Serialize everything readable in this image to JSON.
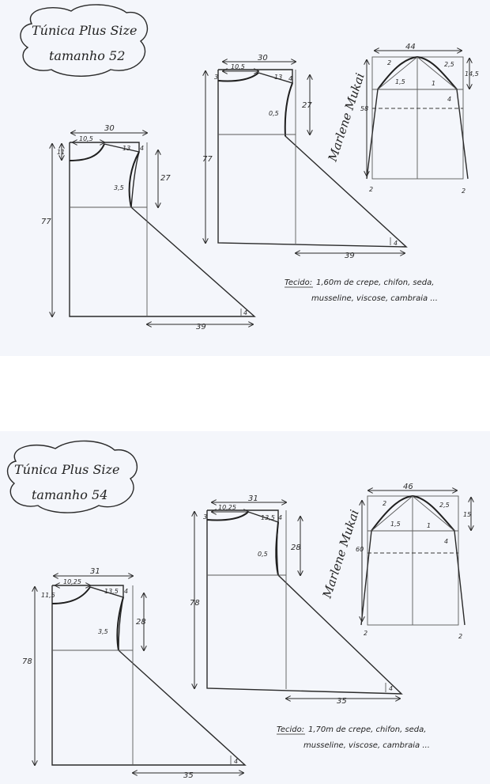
{
  "sheets": [
    {
      "title_line1": "Túnica  Plus Size",
      "title_line2": "tamanho  52",
      "front": {
        "width": "30",
        "neck": "10,5",
        "neck_depth": "11",
        "shoulder": "13",
        "shoulder_drop": "4",
        "armhole": "27",
        "armhole_curve": "3,5",
        "length": "77",
        "hem": "39",
        "hem_side": "4"
      },
      "back": {
        "width": "30",
        "neck": "10,5",
        "neck_depth": "3",
        "shoulder": "13",
        "shoulder_drop": "4",
        "armhole": "27",
        "armhole_curve": "0,5",
        "length": "77",
        "hem": "39",
        "hem_side": "4"
      },
      "sleeve": {
        "width": "44",
        "cap_left": "2",
        "cap_right": "2,5",
        "cap_curve_left": "1,5",
        "cap_curve_right": "1",
        "cap_height": "14,5",
        "length": "58",
        "side": "4",
        "hem_left": "2",
        "hem_right": "2"
      },
      "fabric_label": "Tecido:",
      "fabric_line1": "1,60m  de crepe, chifon, seda,",
      "fabric_line2": "musseline,  viscose,  cambraia ...",
      "signature": "Marlene Mukai"
    },
    {
      "title_line1": "Túnica  Plus Size",
      "title_line2": "tamanho  54",
      "front": {
        "width": "31",
        "neck": "10,25",
        "neck_depth": "11,5",
        "shoulder": "13,5",
        "shoulder_drop": "4",
        "armhole": "28",
        "armhole_curve": "3,5",
        "length": "78",
        "hem": "35",
        "hem_side": "4"
      },
      "back": {
        "width": "31",
        "neck": "10,25",
        "neck_depth": "3",
        "shoulder": "13,5",
        "shoulder_drop": "4",
        "armhole": "28",
        "armhole_curve": "0,5",
        "length": "78",
        "hem": "35",
        "hem_side": "4"
      },
      "sleeve": {
        "width": "46",
        "cap_left": "2",
        "cap_right": "2,5",
        "cap_curve_left": "1,5",
        "cap_curve_right": "1",
        "cap_height": "15",
        "length": "60",
        "side": "4",
        "hem_left": "2",
        "hem_right": "2"
      },
      "fabric_label": "Tecido:",
      "fabric_line1": "1,70m  de crepe, chifon, seda,",
      "fabric_line2": "musseline,  viscose,  cambraia ...",
      "signature": "Marlene Mukai"
    }
  ]
}
